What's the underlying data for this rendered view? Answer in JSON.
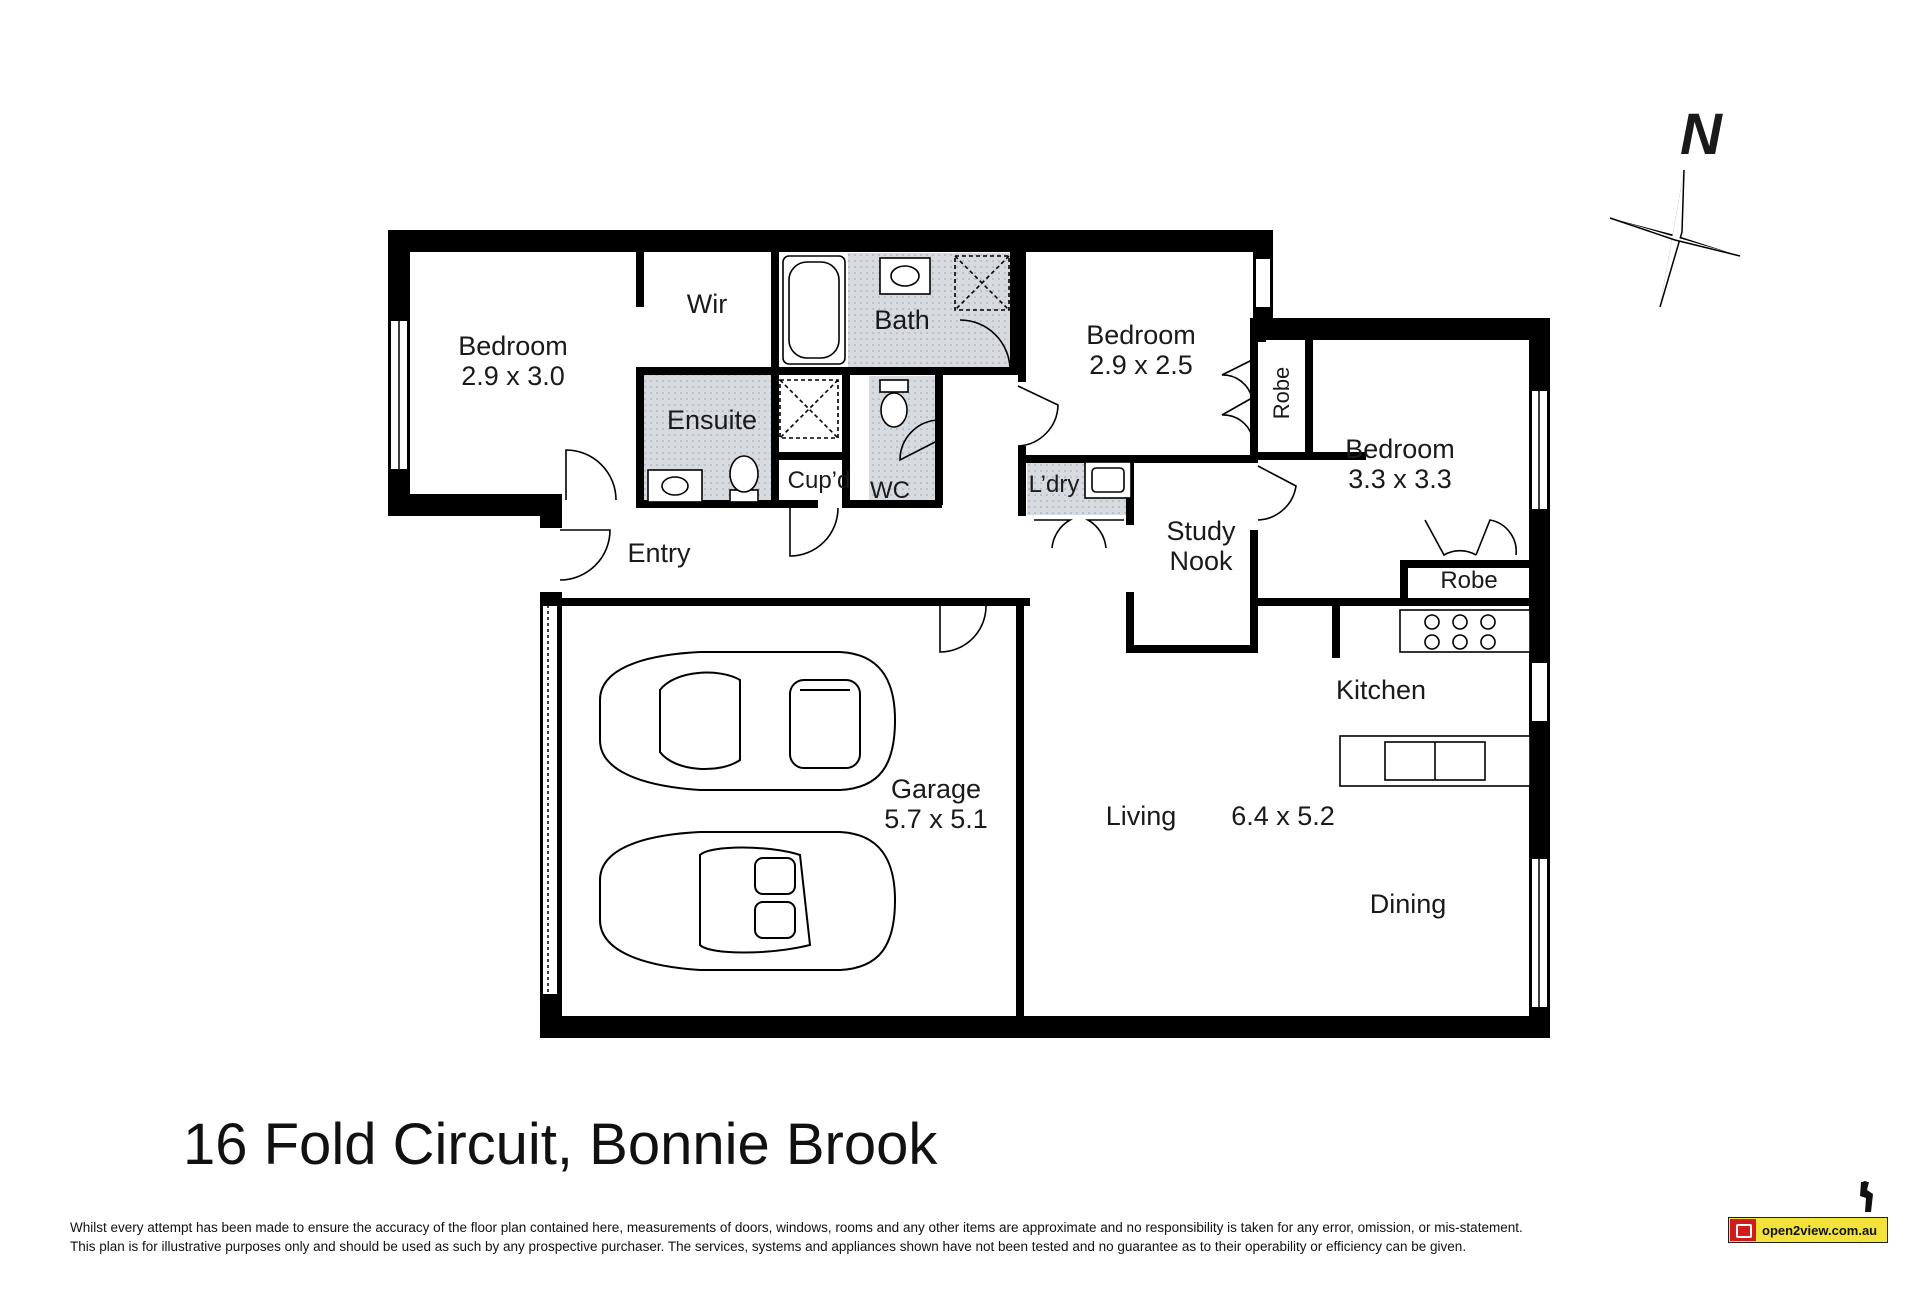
{
  "rooms": {
    "bedroom1": {
      "name": "Bedroom",
      "size": "2.9 x 3.0"
    },
    "wir": {
      "name": "Wir"
    },
    "bath": {
      "name": "Bath"
    },
    "ensuite": {
      "name": "Ensuite"
    },
    "cupd": {
      "name": "Cup’d"
    },
    "wc": {
      "name": "WC"
    },
    "bedroom2": {
      "name": "Bedroom",
      "size": "2.9 x 2.5"
    },
    "robe1": {
      "name": "Robe"
    },
    "bedroom3": {
      "name": "Bedroom",
      "size": "3.3 x 3.3"
    },
    "robe2": {
      "name": "Robe"
    },
    "laundry": {
      "name": "L’dry"
    },
    "study": {
      "name": "Study",
      "name2": "Nook"
    },
    "entry": {
      "name": "Entry"
    },
    "garage": {
      "name": "Garage",
      "size": "5.7 x 5.1"
    },
    "kitchen": {
      "name": "Kitchen"
    },
    "living": {
      "name": "Living",
      "size": "6.4 x 5.2"
    },
    "dining": {
      "name": "Dining"
    }
  },
  "compass": {
    "label": "N"
  },
  "address": "16 Fold Circuit, Bonnie Brook",
  "disclaimer": {
    "line1": "Whilst every attempt has been made to ensure the accuracy of the floor plan contained here, measurements of doors, windows, rooms and any other items are approximate and no responsibility is taken for any error, omission, or mis-statement.",
    "line2": "This plan is for illustrative purposes only and should be used as such by any prospective purchaser. The services, systems and appliances shown have not been tested and no guarantee as to their operability or efficiency can be given."
  },
  "brand": {
    "text": "open2view.com.au",
    "icon": "open2view-logo-icon"
  },
  "colors": {
    "wall": "#000000",
    "wet_area": "#d7dbe0",
    "brand_yellow": "#f3e23a",
    "brand_red": "#d21b1b"
  }
}
